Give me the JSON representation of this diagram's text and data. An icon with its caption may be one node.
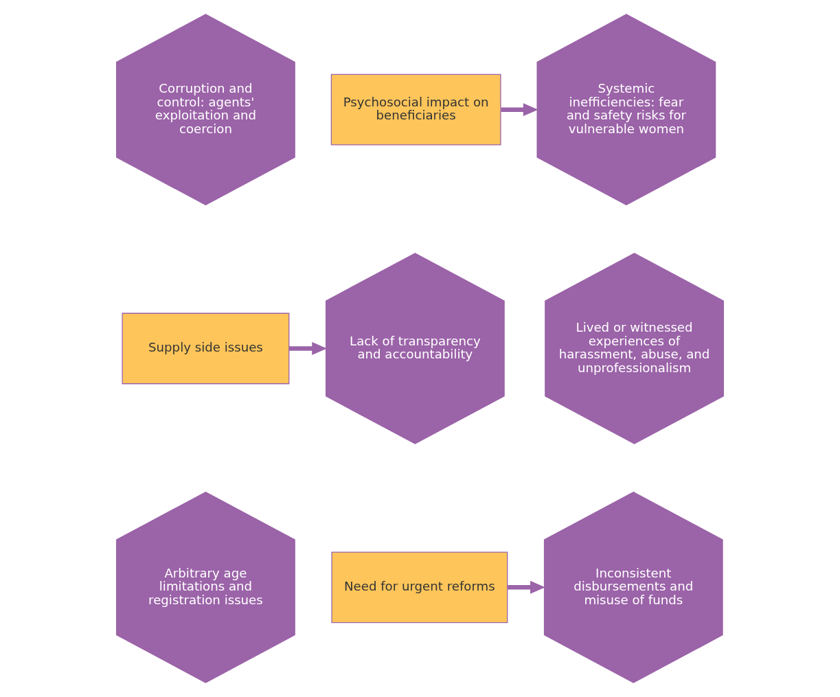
{
  "diagram": {
    "nodes": [
      {
        "text": [
          "Corruption and control: agents' exploitation and coercion"
        ]
      },
      {
        "text": [
          "Systemic inefficiencies: fear and safety risks for vulnerable women"
        ]
      },
      {
        "text": [
          "Psychosocial impact on beneficiaries"
        ]
      },
      {
        "text": [
          "Supply side issues"
        ]
      },
      {
        "text": [
          "Lack of transparency and accountability"
        ]
      },
      {
        "text": [
          "Lived or witnessed experiences of harassment, abuse, and unprofessionalism"
        ]
      },
      {
        "text": [
          "Arbitrary age limitations and registration issues"
        ]
      },
      {
        "text": [
          "Inconsistent disbursements and misuse of funds"
        ]
      },
      {
        "text": [
          "Need for urgent reforms"
        ]
      }
    ],
    "edges": [
      {
        "from": 2,
        "to": 1,
        "arrow": "to"
      },
      {
        "from": 3,
        "to": 4,
        "arrow": "to"
      },
      {
        "from": 8,
        "to": 7,
        "arrow": "to"
      }
    ]
  }
}
